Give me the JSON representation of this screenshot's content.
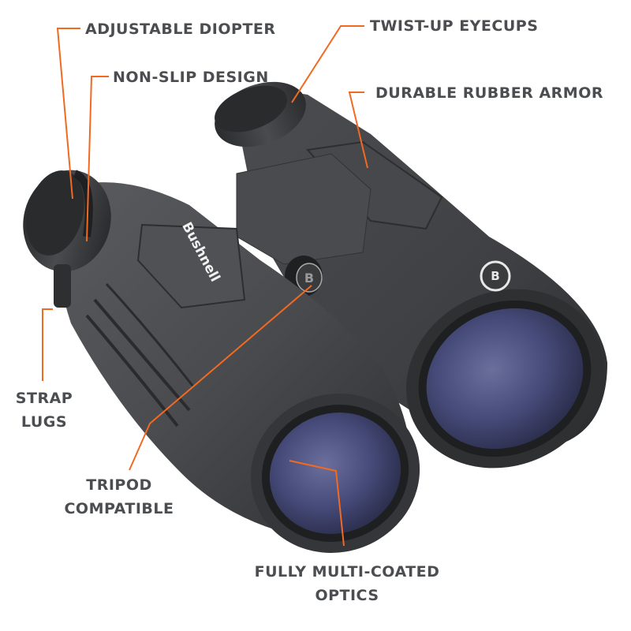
{
  "product": {
    "brand_logo_text": "Bushnell",
    "brand_badge_letter": "B",
    "focus_knob_letter": "B"
  },
  "colors": {
    "leader_line": "#f26a21",
    "label_text": "#4b4d50",
    "body_dark": "#3a3b3d",
    "body_mid": "#545558",
    "lens_blue": "#3c4170",
    "background": "#ffffff"
  },
  "callouts": [
    {
      "id": "adjustable-diopter",
      "line1": "ADJUSTABLE DIOPTER",
      "line2": ""
    },
    {
      "id": "non-slip-design",
      "line1": "NON-SLIP DESIGN",
      "line2": ""
    },
    {
      "id": "twist-up-eyecups",
      "line1": "TWIST-UP EYECUPS",
      "line2": ""
    },
    {
      "id": "durable-rubber-armor",
      "line1": "DURABLE RUBBER ARMOR",
      "line2": ""
    },
    {
      "id": "strap-lugs",
      "line1": "STRAP",
      "line2": "LUGS"
    },
    {
      "id": "tripod-compatible",
      "line1": "TRIPOD",
      "line2": "COMPATIBLE"
    },
    {
      "id": "fully-multi-coated-optics",
      "line1": "FULLY MULTI-COATED",
      "line2": "OPTICS"
    }
  ]
}
